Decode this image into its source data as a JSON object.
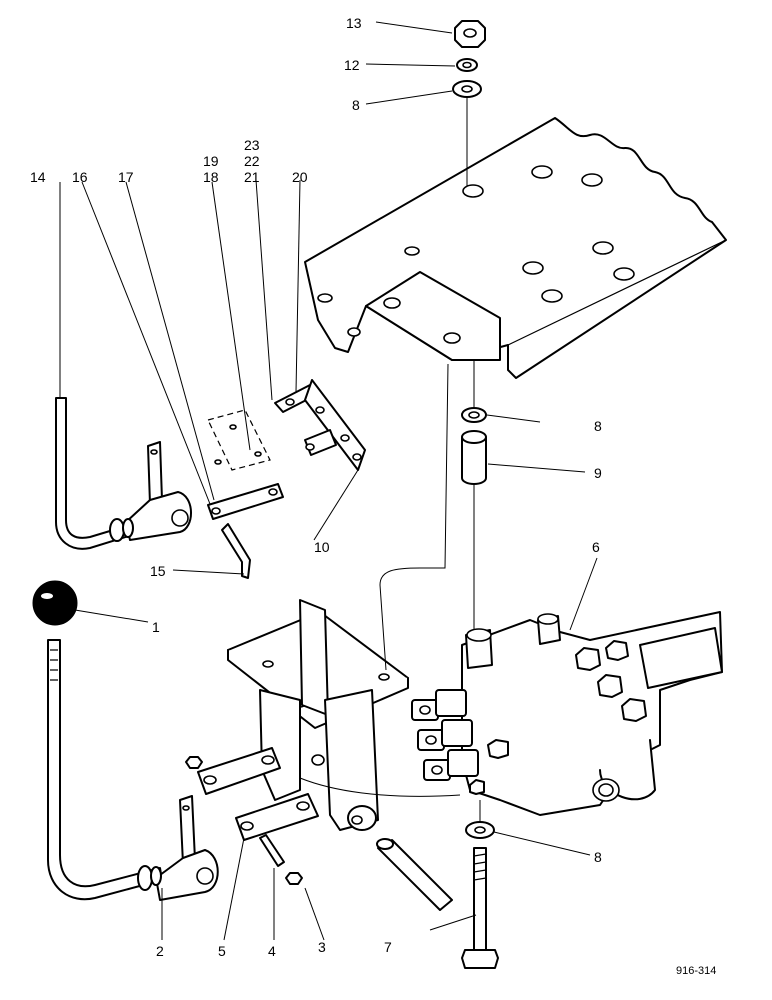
{
  "diagram": {
    "reference": "916-314",
    "callouts": [
      {
        "id": "13",
        "text": "13"
      },
      {
        "id": "12",
        "text": "12"
      },
      {
        "id": "8a",
        "text": "8"
      },
      {
        "id": "23",
        "text": "23"
      },
      {
        "id": "22",
        "text": "22"
      },
      {
        "id": "21",
        "text": "21"
      },
      {
        "id": "20",
        "text": "20"
      },
      {
        "id": "19",
        "text": "19"
      },
      {
        "id": "18",
        "text": "18"
      },
      {
        "id": "17",
        "text": "17"
      },
      {
        "id": "16",
        "text": "16"
      },
      {
        "id": "14",
        "text": "14"
      },
      {
        "id": "8b",
        "text": "8"
      },
      {
        "id": "9",
        "text": "9"
      },
      {
        "id": "10",
        "text": "10"
      },
      {
        "id": "15",
        "text": "15"
      },
      {
        "id": "6",
        "text": "6"
      },
      {
        "id": "1",
        "text": "1"
      },
      {
        "id": "8c",
        "text": "8"
      },
      {
        "id": "2",
        "text": "2"
      },
      {
        "id": "5",
        "text": "5"
      },
      {
        "id": "4",
        "text": "4"
      },
      {
        "id": "3",
        "text": "3"
      },
      {
        "id": "7",
        "text": "7"
      }
    ]
  }
}
